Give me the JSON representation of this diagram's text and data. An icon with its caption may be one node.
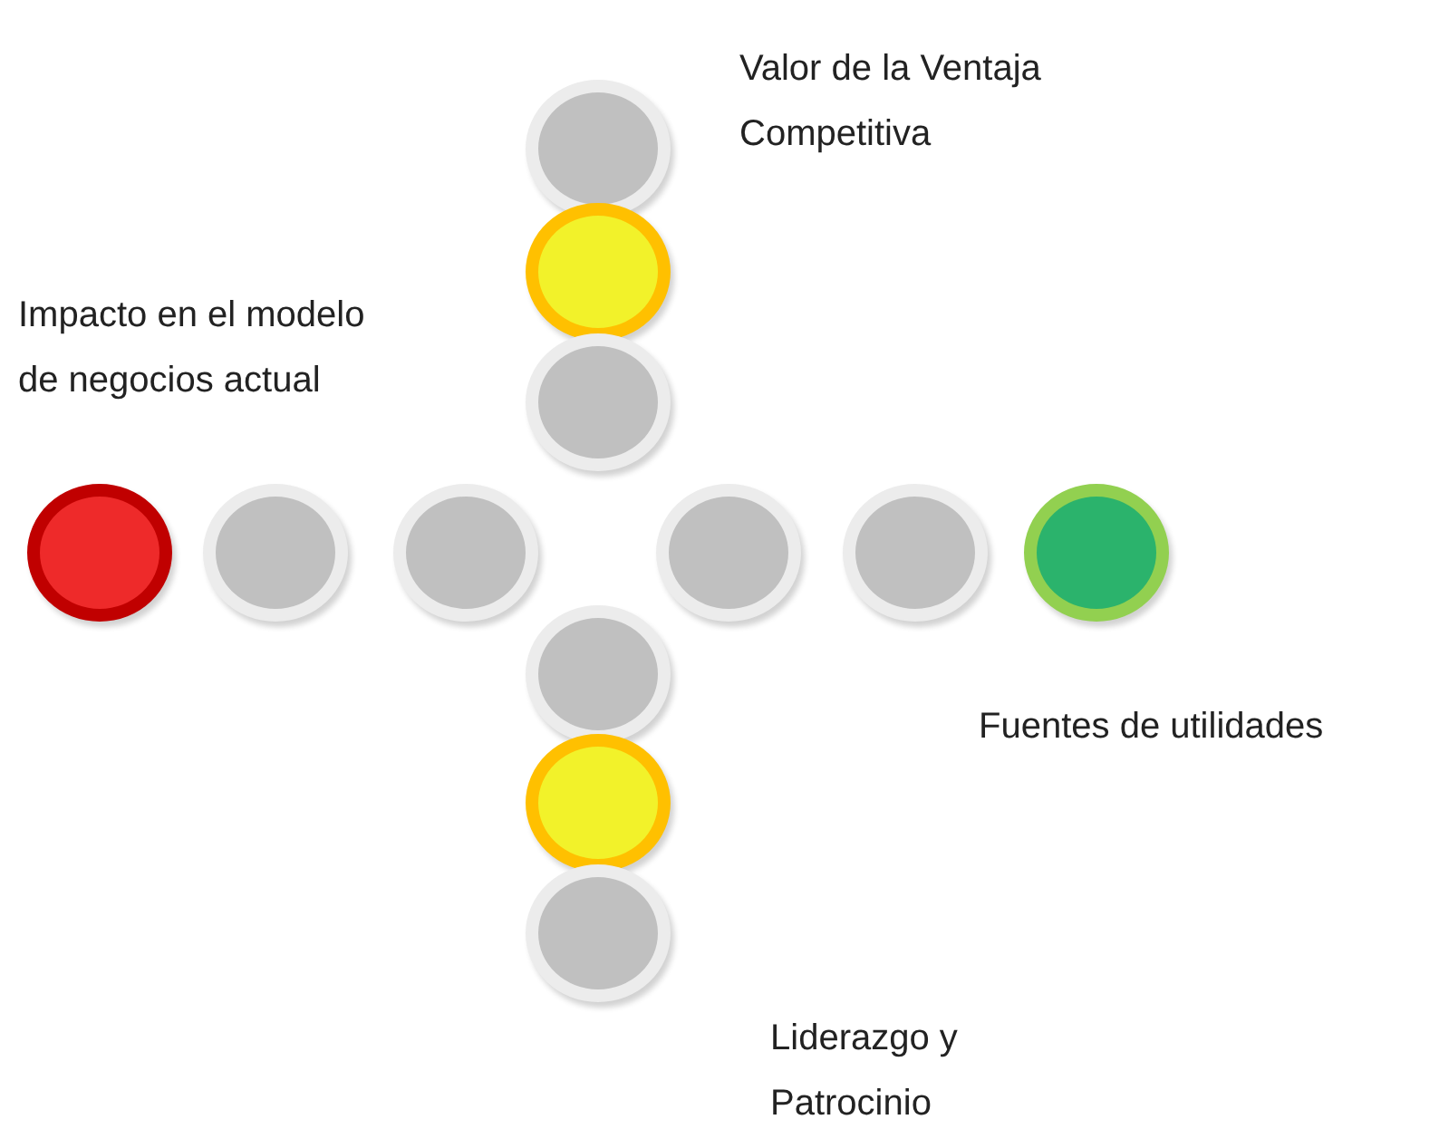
{
  "diagram": {
    "nodes": [
      {
        "text": [],
        "shape": "circle"
      },
      {
        "text": [],
        "shape": "circle"
      },
      {
        "text": [],
        "shape": "circle"
      },
      {
        "text": [],
        "shape": "circle"
      },
      {
        "text": [],
        "shape": "circle"
      },
      {
        "text": [],
        "shape": "circle"
      },
      {
        "text": [],
        "shape": "circle"
      },
      {
        "text": [],
        "shape": "circle"
      },
      {
        "text": [],
        "shape": "circle"
      },
      {
        "text": [],
        "shape": "circle"
      },
      {
        "text": [],
        "shape": "circle"
      },
      {
        "text": [],
        "shape": "circle"
      }
    ],
    "labels": [
      "Valor de la Ventaja Competitiva",
      "Impacto en el modelo de negocios actual",
      "Fuentes de utilidades",
      "Liderazgo y Patrocinio"
    ]
  }
}
